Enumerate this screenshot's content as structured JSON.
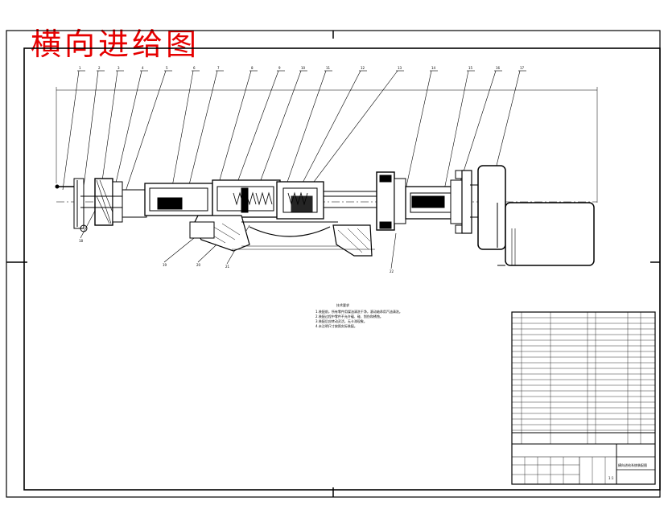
{
  "drawing": {
    "title": "横向进给图",
    "title_color": "#e60000",
    "line_color": "#000000",
    "background": "#ffffff"
  },
  "callouts": [
    "1",
    "2",
    "3",
    "4",
    "5",
    "6",
    "7",
    "8",
    "9",
    "10",
    "11",
    "12",
    "13",
    "14",
    "15",
    "16",
    "17"
  ],
  "side_callouts": [
    "18",
    "19",
    "20",
    "21",
    "22"
  ],
  "notes": {
    "heading": "技术要求",
    "lines": [
      "1.装配前，所有零件用煤油清洗干净，滚动轴承用汽油清洗。",
      "2.装配过程中零件不允许磕、碰、划伤和锈蚀。",
      "3.装配后应转动灵活，无卡滞现象。",
      "4.未注明尺寸按照实际装配。"
    ]
  },
  "title_block": {
    "drawing_name": "横向进给系统装配图",
    "scale": "1:1"
  }
}
